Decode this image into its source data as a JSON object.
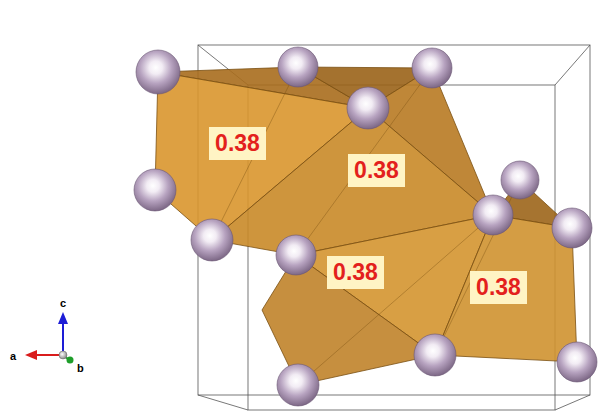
{
  "diagram": {
    "nodes": [
      {
        "text": [
          "0.38"
        ]
      },
      {
        "text": [
          "0.38"
        ]
      },
      {
        "text": [
          "0.38"
        ]
      },
      {
        "text": [
          "0.38"
        ]
      }
    ],
    "labels": [
      "c",
      "a",
      "b"
    ]
  }
}
